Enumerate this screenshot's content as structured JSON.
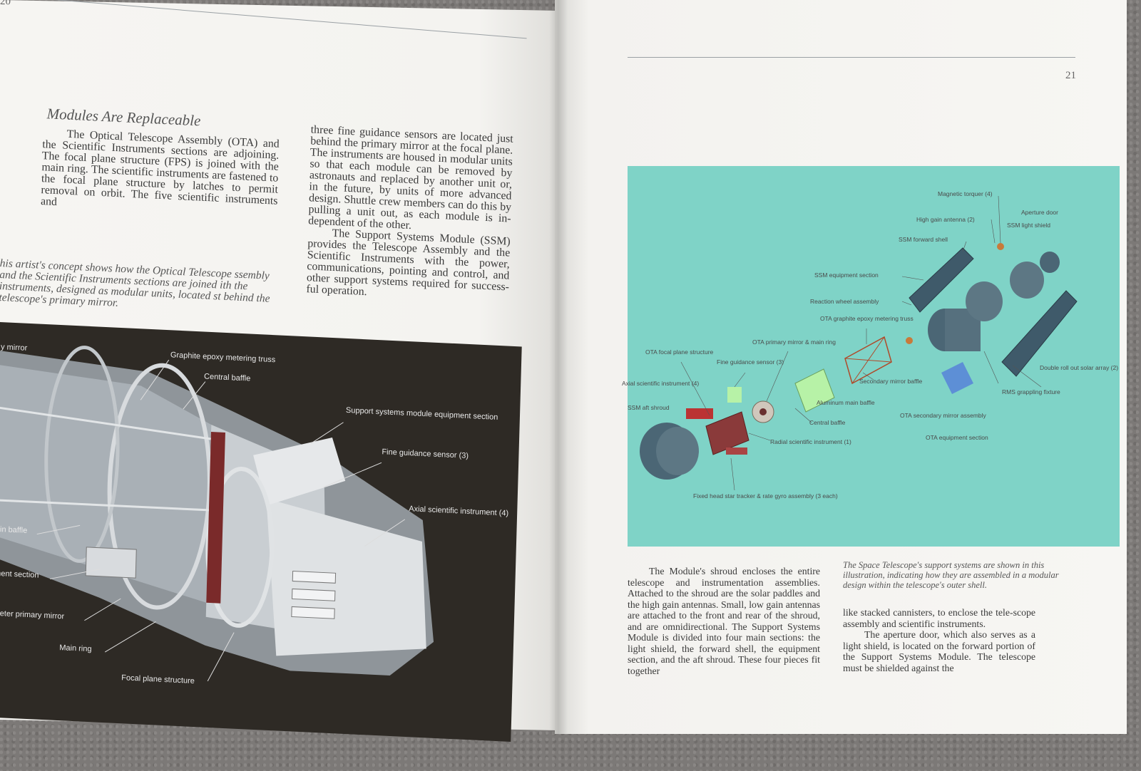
{
  "left_page": {
    "page_number": "20",
    "heading": "Modules Are Replaceable",
    "col1_text": "The Optical Telescope Assembly (OTA) and the Scientific Instruments sections are adjoining. The focal plane structure (FPS) is joined with the main ring. The scientific instruments are fastened to the focal plane structure by latches to permit removal on orbit. The five scientific instruments and",
    "col2_para1": "three fine guidance sensors are located just behind the primary mirror at the focal plane. The instruments are housed in modular units so that each module can be removed by astronauts and replaced by another unit or, in the future, by units of more advanced design. Shuttle crew members can do this by pulling a unit out, as each module is in-dependent of the other.",
    "col2_para2": "The Support Systems Module (SSM) provides the Telescope Assembly and the Scientific Instruments with the power, communications, pointing and control, and other support systems required for success-ful operation.",
    "caption": "his artist's concept shows how the Optical Telescope ssembly and the Scientific Instruments sections are joined ith the instruments, designed as modular units, located st behind the telescope's primary mirror.",
    "figure_labels": {
      "mirror": "y mirror",
      "truss": "Graphite epoxy metering truss",
      "baffle": "Central baffle",
      "ssm_equipment": "Support systems module equipment section",
      "fgs": "Fine guidance sensor (3)",
      "axial": "Axial scientific instrument (4)",
      "main_baffle": "ain baffle",
      "equip_section": "ment section",
      "primary_mirror": "meter primary mirror",
      "main_ring": "Main ring",
      "focal_plane": "Focal plane structure"
    }
  },
  "right_page": {
    "page_number": "21",
    "figure_labels": {
      "magnetic_torquer": "Magnetic torquer (4)",
      "aperture_door": "Aperture door",
      "high_gain": "High gain antenna (2)",
      "ssm_light_shield": "SSM light shield",
      "ssm_forward_shell": "SSM forward shell",
      "ssm_equipment": "SSM equipment section",
      "reaction_wheel": "Reaction wheel assembly",
      "ota_truss": "OTA graphite epoxy metering truss",
      "ota_primary": "OTA primary mirror & main ring",
      "ota_focal": "OTA focal plane structure",
      "fine_guidance": "Fine guidance sensor (3)",
      "axial": "Axial scientific instrument (4)",
      "ssm_aft": "SSM aft shroud",
      "secondary_baffle": "Secondary mirror baffle",
      "solar_array": "Double roll out solar array (2)",
      "rms": "RMS grappling fixture",
      "aluminum_baffle": "Aluminum main baffle",
      "central_baffle": "Central baffle",
      "ota_secondary": "OTA secondary mirror assembly",
      "ota_equipment": "OTA equipment section",
      "radial": "Radial scientific instrument (1)",
      "star_tracker": "Fixed head star tracker & rate gyro assembly (3 each)"
    },
    "body_col1": "The Module's shroud encloses the entire telescope and instrumentation assemblies. Attached to the shroud are the solar paddles and the high gain antennas. Small, low gain antennas are attached to the front and rear of the shroud, and are omnidirectional. The Support Systems Module is divided into four main sections: the light shield, the forward shell, the equipment section, and the aft shroud. These four pieces fit together",
    "caption": "The Space Telescope's support systems are shown in this illustration, indicating how they are assembled in a modular design within the telescope's outer shell.",
    "body_col2_para1": "like stacked cannisters, to enclose the tele-scope assembly and scientific instruments.",
    "body_col2_para2": "The aperture door, which also serves as a light shield, is located on the forward portion of the Support Systems Module. The telescope must be shielded against the"
  },
  "colors": {
    "page": "#f7f6f3",
    "photo_left_bg": "#2e2a25",
    "diagram_bg": "#7fd3c7",
    "carpet": "#7c7977"
  }
}
